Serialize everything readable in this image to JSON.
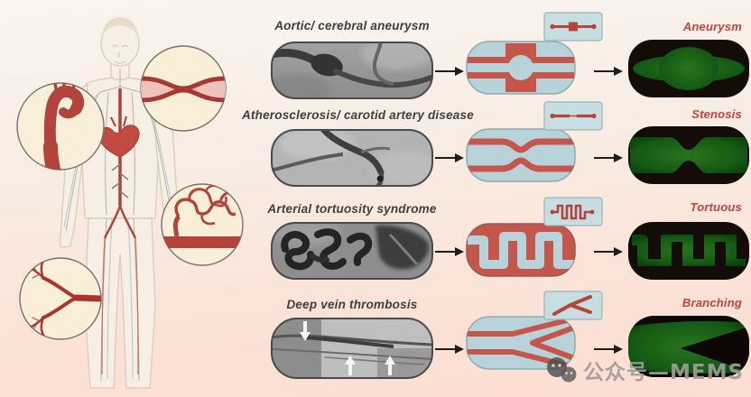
{
  "figure_type": "vascular-disease-to-microfluidic-model-flow-diagram",
  "rows": [
    {
      "disease_label": "Aortic/ cerebral aneurysm",
      "angiogram": "aneurysm-angiogram-image",
      "chip": "aneurysm-channel-chip-schematic",
      "model_label": "Aneurysm"
    },
    {
      "disease_label": "Atherosclerosis/ carotid artery disease",
      "angiogram": "stenosis-angiogram-image",
      "chip": "stenosis-channel-chip-schematic",
      "model_label": "Stenosis"
    },
    {
      "disease_label": "Arterial tortuosity syndrome",
      "angiogram": "tortuosity-angiogram-image",
      "chip": "serpentine-channel-chip-schematic",
      "model_label": "Tortuous"
    },
    {
      "disease_label": "Deep vein thrombosis",
      "angiogram": "deep-vein-thrombosis-venogram-image",
      "chip": "branching-channel-chip-schematic",
      "model_label": "Branching"
    }
  ],
  "illustration": {
    "name": "human-circulatory-system-figure",
    "callouts": [
      "aortic-arch-aneurysm",
      "stenosed-artery",
      "tortuous-vessels",
      "branching-vessel-tree"
    ]
  },
  "watermark": {
    "icon": "wechat-icon",
    "text": "公众号—MEMS"
  },
  "colors": {
    "background_top": "#faf4ef",
    "background_bottom": "#fcded1",
    "chip_blue": "#b7d2d8",
    "chip_red": "#c4564b",
    "fluorescence_green": "#39b832",
    "disease_label_color": "#3f3f3f",
    "model_label_color": "#c5433a",
    "vessel_red": "#b2443b"
  }
}
